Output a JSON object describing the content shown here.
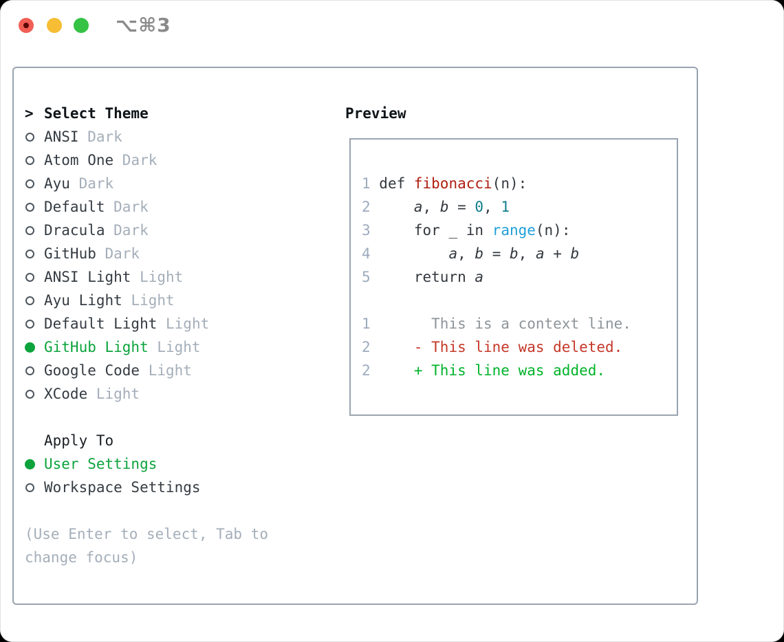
{
  "window": {
    "title": "⌥⌘3"
  },
  "colors": {
    "ui_green": "#0ca33c",
    "diff_added_green": "#00b32a",
    "diff_deleted_red": "#c53728",
    "function_red": "#ae1d10",
    "number_teal": "#0f7e8b",
    "builtin_blue": "#1f9fd8",
    "muted_gray": "#a4aeb9",
    "border_gray": "#99a3af",
    "traffic_red": "#f15e55",
    "traffic_yellow": "#f6bd35",
    "traffic_green": "#35c245"
  },
  "theme_selector": {
    "header_marker": ">",
    "header": "Select Theme",
    "items": [
      {
        "name": "ANSI",
        "variant": "Dark",
        "selected": false
      },
      {
        "name": "Atom One",
        "variant": "Dark",
        "selected": false
      },
      {
        "name": "Ayu",
        "variant": "Dark",
        "selected": false
      },
      {
        "name": "Default",
        "variant": "Dark",
        "selected": false
      },
      {
        "name": "Dracula",
        "variant": "Dark",
        "selected": false
      },
      {
        "name": "GitHub",
        "variant": "Dark",
        "selected": false
      },
      {
        "name": "ANSI Light",
        "variant": "Light",
        "selected": false
      },
      {
        "name": "Ayu Light",
        "variant": "Light",
        "selected": false
      },
      {
        "name": "Default Light",
        "variant": "Light",
        "selected": false
      },
      {
        "name": "GitHub Light",
        "variant": "Light",
        "selected": true
      },
      {
        "name": "Google Code",
        "variant": "Light",
        "selected": false
      },
      {
        "name": "XCode",
        "variant": "Light",
        "selected": false
      }
    ]
  },
  "apply_to": {
    "header": "Apply To",
    "options": [
      {
        "label": "User Settings",
        "selected": true
      },
      {
        "label": "Workspace Settings",
        "selected": false
      }
    ]
  },
  "help_text": "(Use Enter to select, Tab to change focus)",
  "preview": {
    "header": "Preview",
    "code_lines": [
      {
        "num": "1",
        "tokens": [
          {
            "t": "def ",
            "c": "pl"
          },
          {
            "t": "fibonacci",
            "c": "fn"
          },
          {
            "t": "(n):",
            "c": "pl"
          }
        ]
      },
      {
        "num": "2",
        "tokens": [
          {
            "t": "    ",
            "c": "pl"
          },
          {
            "t": "a",
            "c": "var"
          },
          {
            "t": ", ",
            "c": "pl"
          },
          {
            "t": "b",
            "c": "var"
          },
          {
            "t": " = ",
            "c": "pl"
          },
          {
            "t": "0",
            "c": "num"
          },
          {
            "t": ", ",
            "c": "pl"
          },
          {
            "t": "1",
            "c": "num"
          }
        ]
      },
      {
        "num": "3",
        "tokens": [
          {
            "t": "    for _ in ",
            "c": "pl"
          },
          {
            "t": "range",
            "c": "blue"
          },
          {
            "t": "(n):",
            "c": "pl"
          }
        ]
      },
      {
        "num": "4",
        "tokens": [
          {
            "t": "        ",
            "c": "pl"
          },
          {
            "t": "a",
            "c": "var"
          },
          {
            "t": ", ",
            "c": "pl"
          },
          {
            "t": "b",
            "c": "var"
          },
          {
            "t": " = ",
            "c": "pl"
          },
          {
            "t": "b",
            "c": "var"
          },
          {
            "t": ", ",
            "c": "pl"
          },
          {
            "t": "a",
            "c": "var"
          },
          {
            "t": " + ",
            "c": "pl"
          },
          {
            "t": "b",
            "c": "var"
          }
        ]
      },
      {
        "num": "5",
        "tokens": [
          {
            "t": "    return ",
            "c": "pl"
          },
          {
            "t": "a",
            "c": "var"
          }
        ]
      }
    ],
    "diff_lines": [
      {
        "num": "1",
        "prefix": "       ",
        "text": "This is a context line.",
        "kind": "context"
      },
      {
        "num": "2",
        "prefix": "     - ",
        "text": "This line was deleted.",
        "kind": "deleted"
      },
      {
        "num": "2",
        "prefix": "     + ",
        "text": "This line was added.",
        "kind": "added"
      }
    ]
  }
}
